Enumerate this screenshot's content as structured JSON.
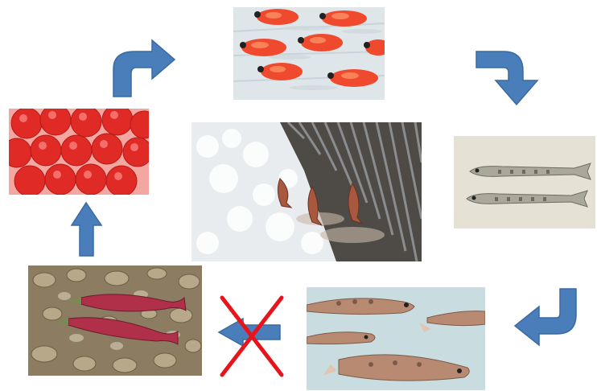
{
  "diagram": {
    "stages": [
      {
        "id": "eggs",
        "icon": "salmon-eggs-photo"
      },
      {
        "id": "alevin",
        "icon": "alevin-photo"
      },
      {
        "id": "fry",
        "icon": "fry-photo"
      },
      {
        "id": "smolt",
        "icon": "smolt-photo"
      },
      {
        "id": "spawners",
        "icon": "spawning-salmon-photo"
      },
      {
        "id": "weir",
        "icon": "fish-weir-photo"
      }
    ],
    "arrows": [
      {
        "from": "eggs",
        "to": "alevin"
      },
      {
        "from": "alevin",
        "to": "fry"
      },
      {
        "from": "fry",
        "to": "smolt"
      },
      {
        "from": "smolt",
        "to": "spawners",
        "blocked": true
      },
      {
        "from": "spawners",
        "to": "eggs"
      }
    ],
    "colors": {
      "arrow": "#4a7ebb",
      "arrow_stroke": "#3a6aa0",
      "block_mark": "#e8141b",
      "egg": "#e8302a",
      "sockeye": "#b0304a"
    }
  }
}
